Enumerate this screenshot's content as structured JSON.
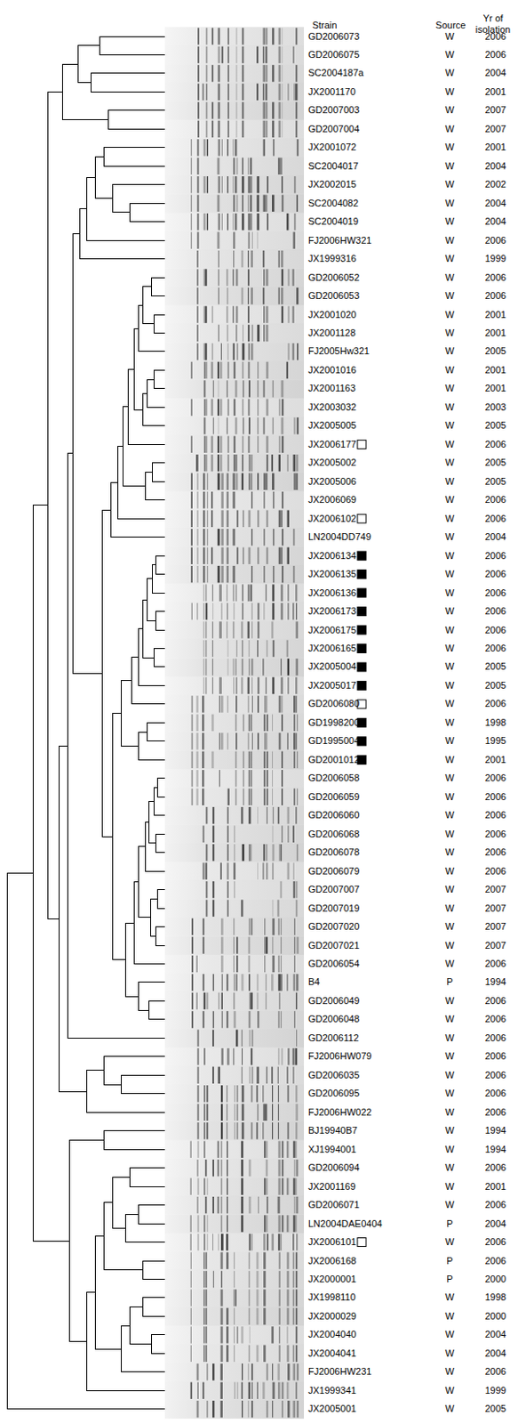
{
  "diagram": {
    "labels": [
      "Strain",
      "Source",
      "Yr of isolation",
      "GD2006073",
      "W",
      "2006",
      "GD2006075",
      "W",
      "2006",
      "SC2004187a",
      "W",
      "2004",
      "JX2001170",
      "W",
      "2001",
      "GD2007003",
      "W",
      "2007",
      "GD2007004",
      "W",
      "2007",
      "JX2001072",
      "W",
      "2001",
      "SC2004017",
      "W",
      "2004",
      "JX2002015",
      "W",
      "2002",
      "SC2004082",
      "W",
      "2004",
      "SC2004019",
      "W",
      "2004",
      "FJ2006HW321",
      "W",
      "2006",
      "JX1999316",
      "W",
      "1999",
      "GD2006052",
      "W",
      "2006",
      "GD2006053",
      "W",
      "2006",
      "JX2001020",
      "W",
      "2001",
      "JX2001128",
      "W",
      "2001",
      "FJ2005Hw321",
      "W",
      "2005",
      "JX2001016",
      "W",
      "2001",
      "JX2001163",
      "W",
      "2001",
      "JX2003032",
      "W",
      "2003",
      "JX2005005",
      "W",
      "2005",
      "JX2006177",
      "W",
      "2006",
      "JX2005002",
      "W",
      "2005",
      "JX2005006",
      "W",
      "2005",
      "JX2006069",
      "W",
      "2006",
      "JX2006102",
      "W",
      "2006",
      "LN2004DD749",
      "W",
      "2004",
      "JX2006134",
      "W",
      "2006",
      "JX2006135",
      "W",
      "2006",
      "JX2006136",
      "W",
      "2006",
      "JX2006173",
      "W",
      "2006",
      "JX2006175",
      "W",
      "2006",
      "JX2006165",
      "W",
      "2006",
      "JX2005004",
      "W",
      "2005",
      "JX2005017",
      "W",
      "2005",
      "GD2006080",
      "W",
      "2006",
      "GD1998200",
      "W",
      "1998",
      "GD1995004",
      "W",
      "1995",
      "GD2001012",
      "W",
      "2001",
      "GD2006058",
      "W",
      "2006",
      "GD2006059",
      "W",
      "2006",
      "GD2006060",
      "W",
      "2006",
      "GD2006068",
      "W",
      "2006",
      "GD2006078",
      "W",
      "2006",
      "GD2006079",
      "W",
      "2006",
      "GD2007007",
      "W",
      "2007",
      "GD2007019",
      "W",
      "2007",
      "GD2007020",
      "W",
      "2007",
      "GD2007021",
      "W",
      "2007",
      "GD2006054",
      "W",
      "2006",
      "B4",
      "P",
      "1994",
      "GD2006049",
      "W",
      "2006",
      "GD2006048",
      "W",
      "2006",
      "GD2006112",
      "W",
      "2006",
      "FJ2006HW079",
      "W",
      "2006",
      "GD2006035",
      "W",
      "2006",
      "GD2006095",
      "W",
      "2006",
      "FJ2006HW022",
      "W",
      "2006",
      "BJ19940B7",
      "W",
      "1994",
      "XJ1994001",
      "W",
      "1994",
      "GD2006094",
      "W",
      "2006",
      "JX2001169",
      "W",
      "2001",
      "GD2006071",
      "W",
      "2006",
      "LN2004DAE0404",
      "P",
      "2004",
      "JX2006101",
      "W",
      "2006",
      "JX2006168",
      "P",
      "2006",
      "JX2000001",
      "P",
      "2000",
      "JX1998110",
      "W",
      "1998",
      "JX2000029",
      "W",
      "2000",
      "JX2004040",
      "W",
      "2004",
      "JX2004041",
      "W",
      "2004",
      "FJ2006HW231",
      "W",
      "2006",
      "JX1999341",
      "W",
      "1999",
      "JX2005001",
      "W",
      "2005"
    ]
  }
}
